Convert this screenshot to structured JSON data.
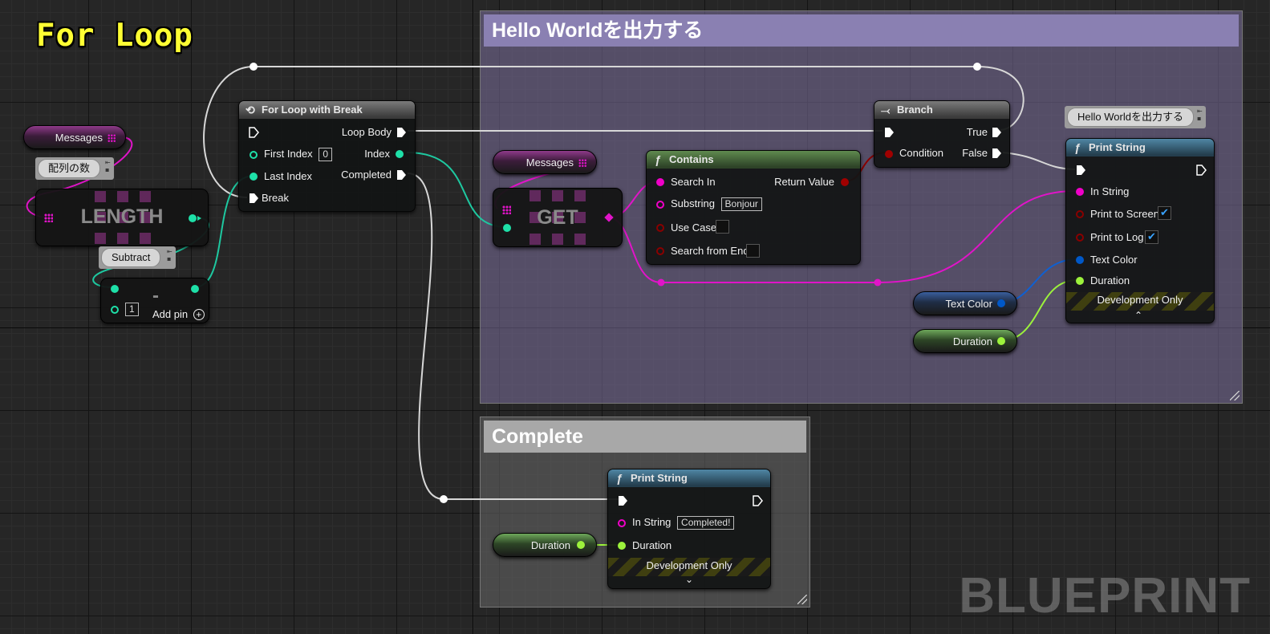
{
  "title": "For Loop",
  "watermark": "BLUEPRINT",
  "comments": {
    "hello": {
      "label": "Hello Worldを出力する"
    },
    "complete": {
      "label": "Complete"
    }
  },
  "vars": {
    "messages_left": "Messages",
    "messages_mid": "Messages",
    "text_color": "Text Color",
    "duration_1": "Duration",
    "duration_2": "Duration"
  },
  "bubbles": {
    "length_comment": "配列の数",
    "subtract_comment": "Subtract",
    "print_comment": "Hello Worldを出力する"
  },
  "length_node": {
    "label": "LENGTH"
  },
  "get_node": {
    "label": "GET"
  },
  "subtract_node": {
    "label": "-",
    "value": "1",
    "add_pin": "Add pin"
  },
  "for_loop": {
    "title": "For Loop with Break",
    "loop_body": "Loop Body",
    "first_index": "First Index",
    "first_index_value": "0",
    "index": "Index",
    "last_index": "Last Index",
    "completed": "Completed",
    "break": "Break"
  },
  "branch": {
    "title": "Branch",
    "true": "True",
    "condition": "Condition",
    "false": "False"
  },
  "contains": {
    "title": "Contains",
    "search_in": "Search In",
    "return_value": "Return Value",
    "substring": "Substring",
    "substring_value": "Bonjour",
    "use_case": "Use Case",
    "search_from_end": "Search from End"
  },
  "print1": {
    "title": "Print String",
    "in_string": "In String",
    "print_to_screen": "Print to Screen",
    "print_to_log": "Print to Log",
    "text_color": "Text Color",
    "duration": "Duration",
    "dev_only": "Development Only",
    "check": "✔"
  },
  "print2": {
    "title": "Print String",
    "in_string": "In String",
    "in_string_value": "Completed!",
    "duration": "Duration",
    "dev_only": "Development Only"
  },
  "colors": {
    "exec": "#ffffff",
    "int": "#1ee0a8",
    "string": "#f000c8",
    "bool": "#9a0000",
    "struct": "#0058c8",
    "float": "#9cf23c"
  },
  "icons": {
    "function": "function-icon",
    "loop": "loop-icon",
    "branch": "branch-icon"
  }
}
